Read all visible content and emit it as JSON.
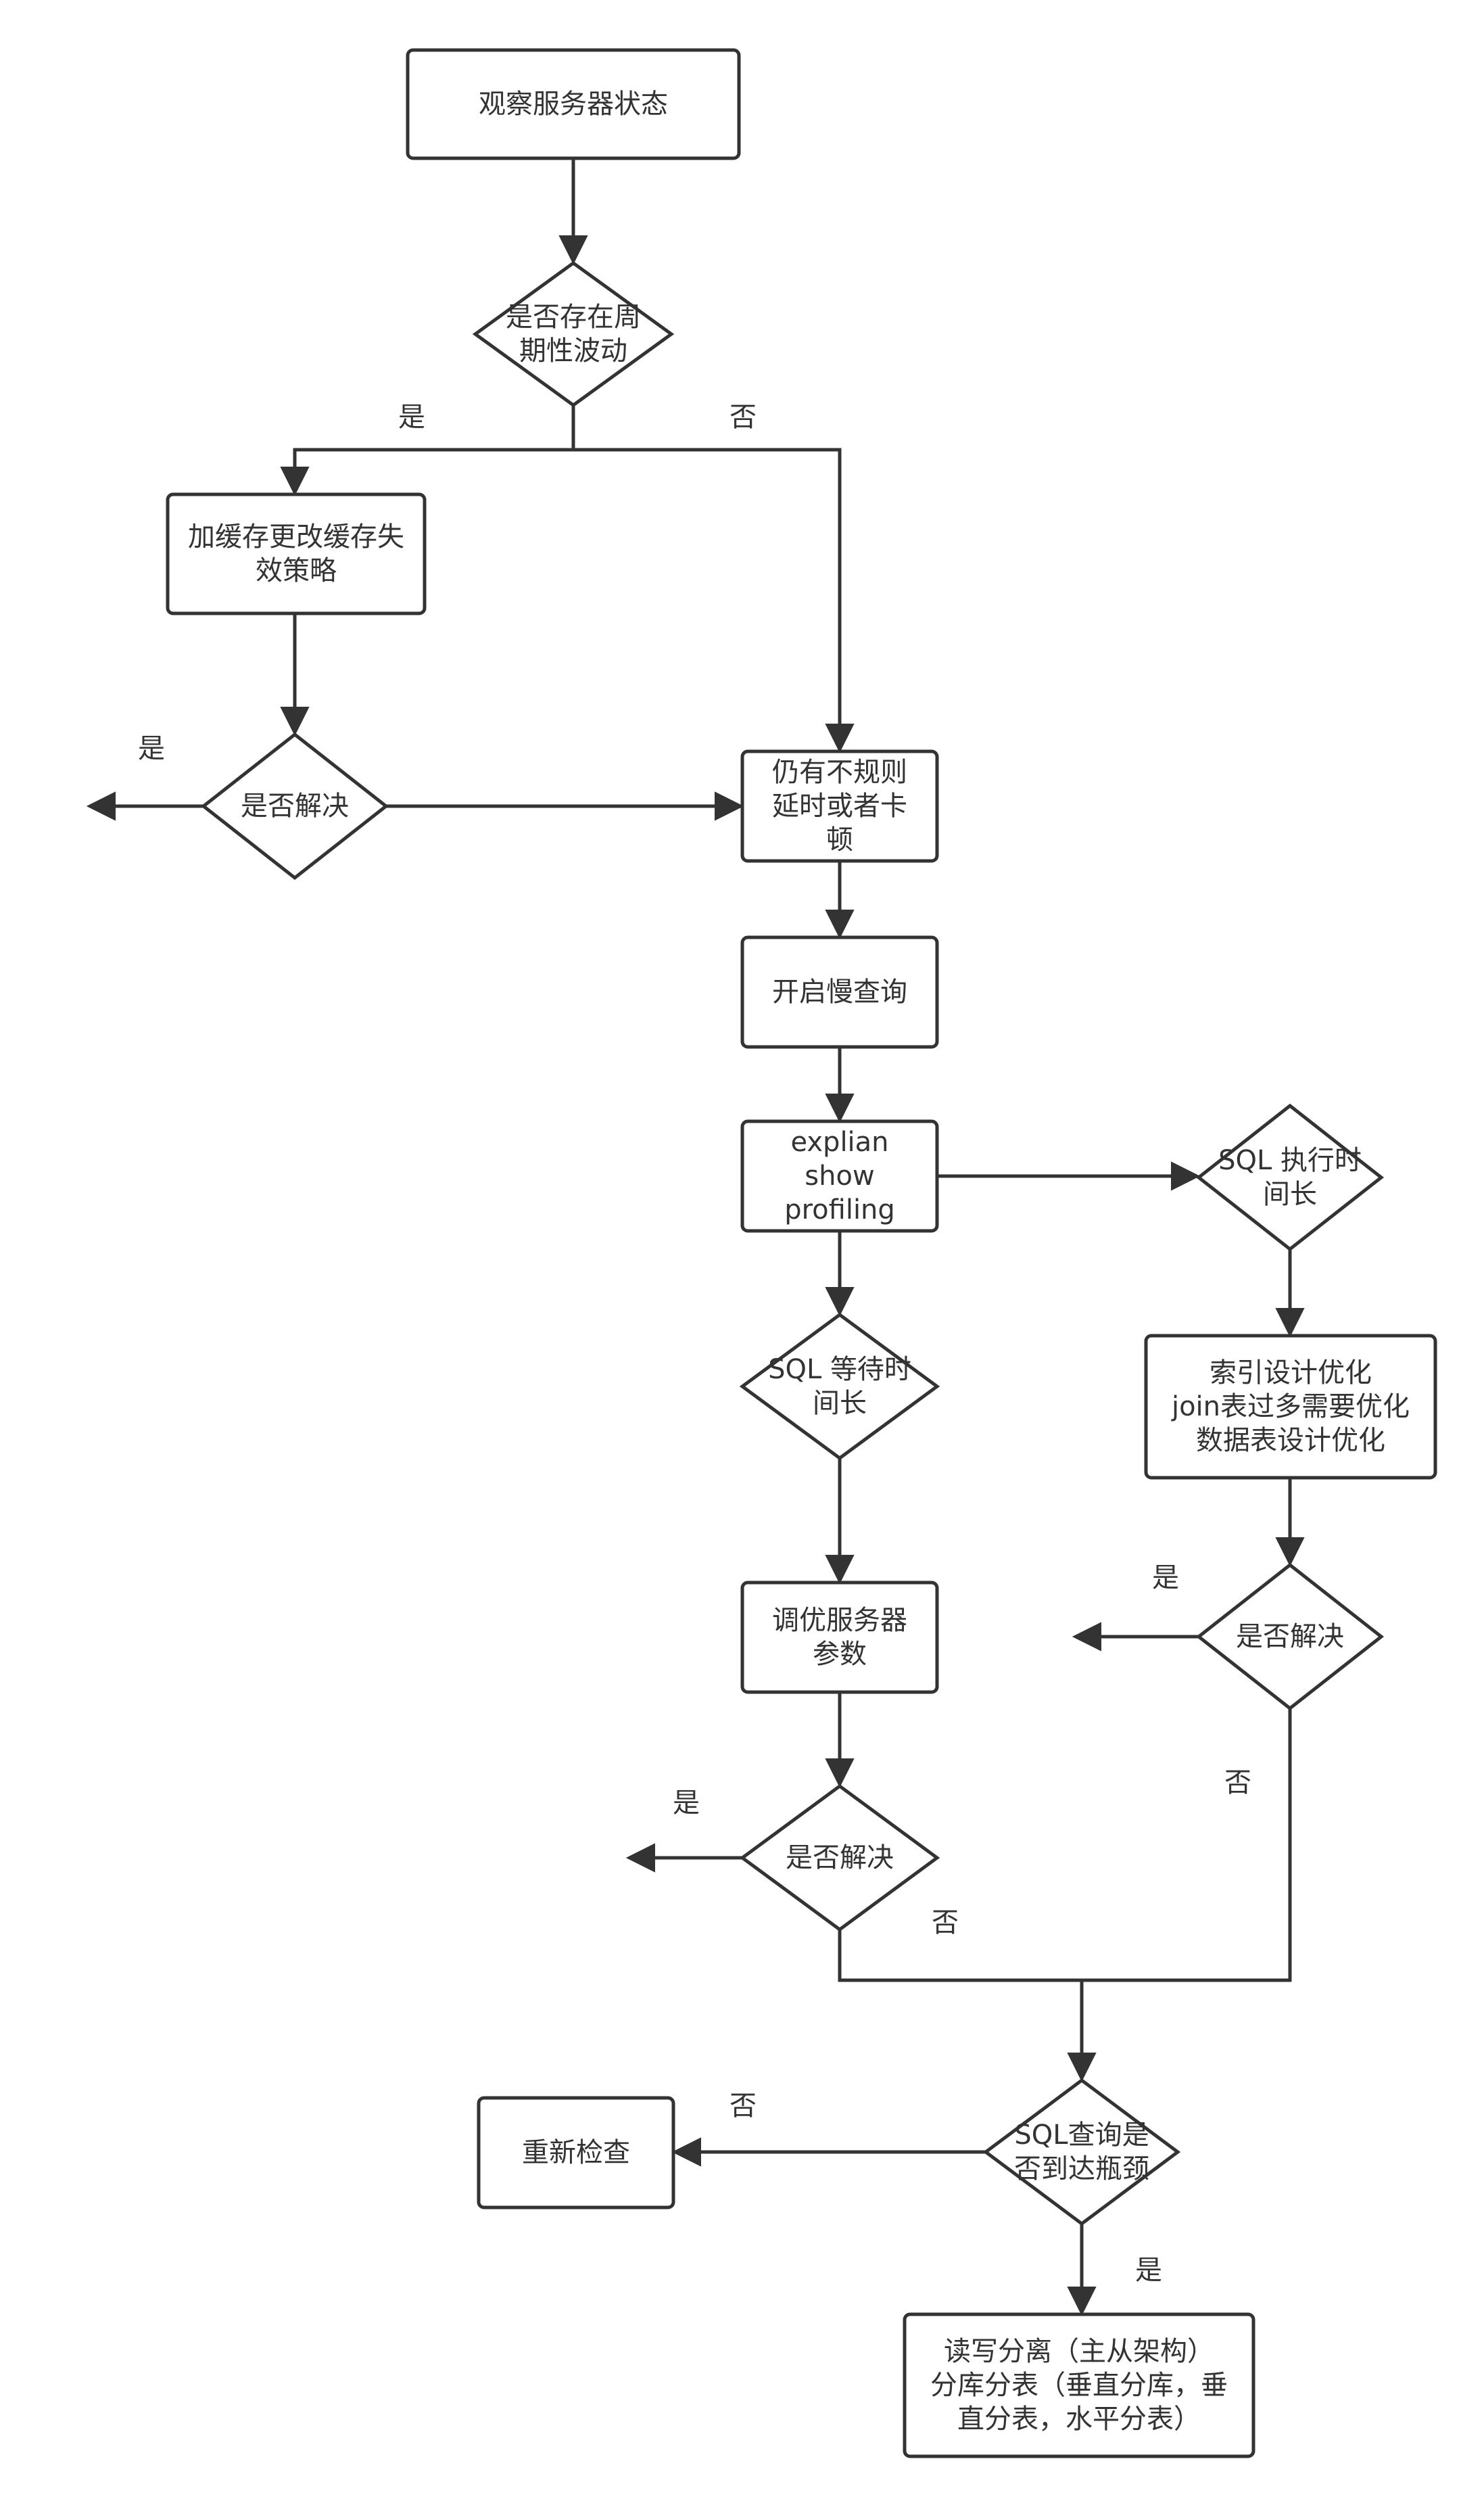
{
  "colors": {
    "stroke": "#333333",
    "fill": "#ffffff",
    "text": "#333333"
  },
  "nodes": {
    "observe": {
      "text": "观察服务器状态"
    },
    "periodic": {
      "text": "是否存在周\n期性波动"
    },
    "cache": {
      "text": "加缓存更改缓存失\n效策略"
    },
    "solved_left": {
      "text": "是否解决"
    },
    "irregular": {
      "text": "仍有不规则\n延时或者卡\n顿"
    },
    "slow_query": {
      "text": "开启慢查询"
    },
    "explain": {
      "text": "explian\nshow\nprofiling"
    },
    "sql_exec": {
      "text": "SQL 执行时\n间长"
    },
    "index_opt": {
      "text": "索引设计优化\njoin表过多需要优化\n数据表设计优化"
    },
    "solved_right": {
      "text": "是否解决"
    },
    "sql_wait": {
      "text": "SQL 等待时\n间长"
    },
    "tune": {
      "text": "调优服务器\n参数"
    },
    "solved_mid": {
      "text": "是否解决"
    },
    "bottleneck": {
      "text": "SQL查询是\n否到达瓶颈"
    },
    "recheck": {
      "text": "重新检查"
    },
    "split": {
      "text": "读写分离（主从架构）\n分库分表（垂直分库，垂\n直分表，水平分表）"
    }
  },
  "edges": {
    "periodic_yes": "是",
    "periodic_no": "否",
    "solved_left_yes": "是",
    "solved_right_yes": "是",
    "solved_right_no": "否",
    "solved_mid_yes": "是",
    "solved_mid_no": "否",
    "bottleneck_no": "否",
    "bottleneck_yes": "是"
  }
}
